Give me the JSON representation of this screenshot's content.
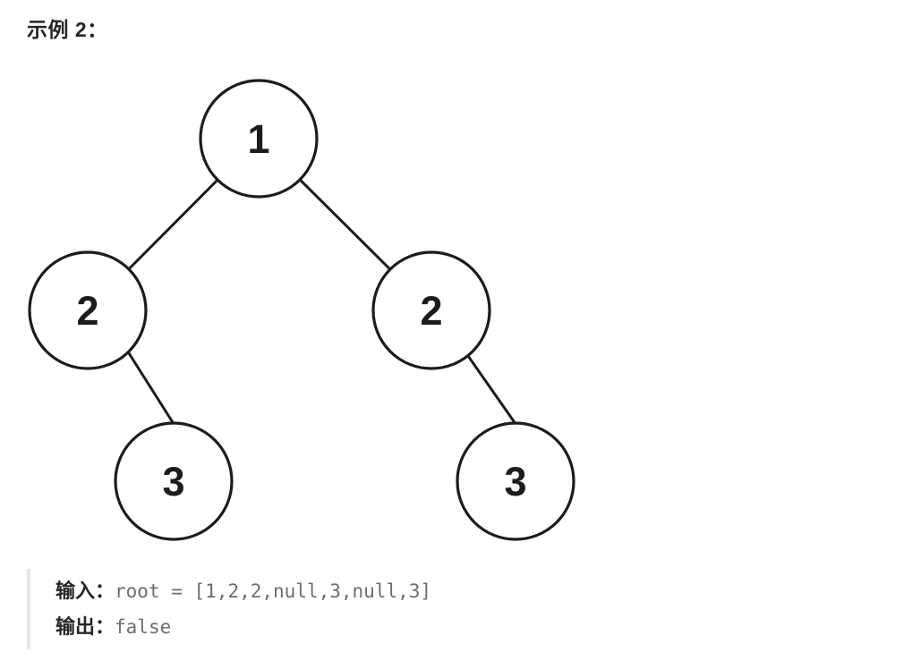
{
  "page": {
    "title": "示例 2："
  },
  "diagram": {
    "type": "binary-tree",
    "nodes": [
      {
        "id": "root",
        "value": "1"
      },
      {
        "id": "root-left",
        "value": "2"
      },
      {
        "id": "root-right",
        "value": "2"
      },
      {
        "id": "root-left-right",
        "value": "3"
      },
      {
        "id": "root-right-right",
        "value": "3"
      }
    ],
    "edges": [
      [
        "root",
        "root-left"
      ],
      [
        "root",
        "root-right"
      ],
      [
        "root-left",
        "root-left-right"
      ],
      [
        "root-right",
        "root-right-right"
      ]
    ]
  },
  "example": {
    "input_label": "输入：",
    "input_value": "root = [1,2,2,null,3,null,3]",
    "output_label": "输出：",
    "output_value": "false"
  },
  "colors": {
    "heading_text": "#262626",
    "tree_stroke": "#1c1c1c",
    "code_text": "#6e6e6e",
    "quote_bar": "#e7e7e7",
    "background": "#ffffff"
  }
}
